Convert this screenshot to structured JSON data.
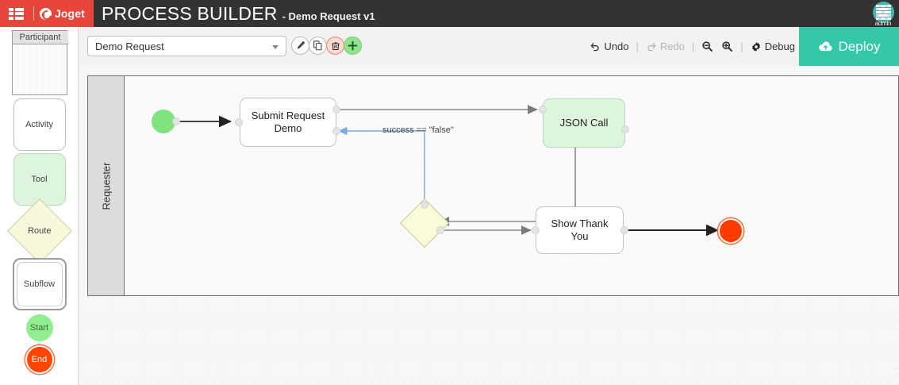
{
  "topbar": {
    "menu_icon": "hamburger-grid-icon",
    "brand": "Joget",
    "title": "PROCESS BUILDER",
    "subtitle": "- Demo Request v1",
    "user": "admin",
    "brand_color": "#e8453c",
    "bar_color": "#333333"
  },
  "palette": {
    "items": [
      {
        "label": "Participant",
        "key": "participant"
      },
      {
        "label": "Activity",
        "key": "activity"
      },
      {
        "label": "Tool",
        "key": "tool"
      },
      {
        "label": "Route",
        "key": "route"
      },
      {
        "label": "Subflow",
        "key": "subflow"
      },
      {
        "label": "Start",
        "key": "start"
      },
      {
        "label": "End",
        "key": "end"
      }
    ]
  },
  "toolbar": {
    "process_select_value": "Demo Request",
    "caret_icon": "chevron-down-icon",
    "buttons": [
      {
        "name": "edit",
        "icon": "pencil-icon"
      },
      {
        "name": "copy",
        "icon": "copy-icon"
      },
      {
        "name": "delete",
        "icon": "trash-icon"
      },
      {
        "name": "add",
        "icon": "plus-icon"
      }
    ],
    "undo_label": "Undo",
    "undo_icon": "undo-arrow-icon",
    "redo_label": "Redo",
    "redo_icon": "redo-arrow-icon",
    "redo_disabled": true,
    "zoom_out_icon": "magnifier-minus-icon",
    "zoom_in_icon": "magnifier-plus-icon",
    "debug_label": "Debug",
    "debug_icon": "gear-icon",
    "separator": "|",
    "deploy_label": "Deploy",
    "deploy_icon": "cloud-upload-icon",
    "deploy_color": "#34c7a8"
  },
  "canvas": {
    "pool": {
      "lane_label": "Requester"
    },
    "nodes": [
      {
        "id": "start",
        "type": "start",
        "label": ""
      },
      {
        "id": "submit",
        "type": "activity",
        "label": "Submit Request Demo"
      },
      {
        "id": "json",
        "type": "tool",
        "label": "JSON Call"
      },
      {
        "id": "route",
        "type": "route",
        "label": ""
      },
      {
        "id": "thanks",
        "type": "activity",
        "label": "Show Thank You"
      },
      {
        "id": "end",
        "type": "end",
        "label": ""
      }
    ],
    "edges": [
      {
        "from": "start",
        "to": "submit",
        "label": ""
      },
      {
        "from": "submit",
        "to": "json",
        "label": ""
      },
      {
        "from": "json",
        "to": "route",
        "label": ""
      },
      {
        "from": "route",
        "to": "submit",
        "label": "success == \"false\""
      },
      {
        "from": "route",
        "to": "thanks",
        "label": ""
      },
      {
        "from": "thanks",
        "to": "end",
        "label": ""
      }
    ]
  }
}
